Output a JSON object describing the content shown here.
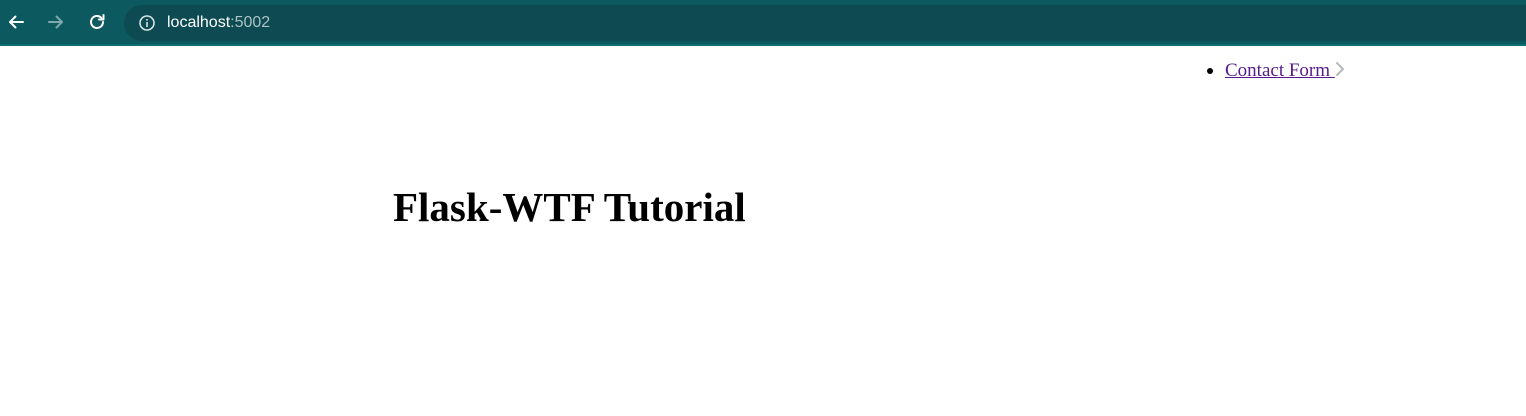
{
  "browser": {
    "url_host": "localhost",
    "url_port": ":5002",
    "icons": {
      "back": "arrow-left-icon",
      "forward": "arrow-right-icon",
      "reload": "reload-icon",
      "site_info": "info-circle-icon"
    },
    "colors": {
      "toolbar": "#0c5a5f",
      "address_bar": "#0d4a52"
    }
  },
  "nav": {
    "items": [
      {
        "label": "Contact Form "
      }
    ],
    "link_color": "#551a8b"
  },
  "main": {
    "title": "Flask-WTF Tutorial"
  }
}
